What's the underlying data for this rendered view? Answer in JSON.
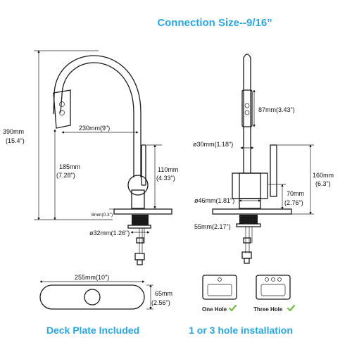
{
  "headlines": {
    "top": "Connection Size--9/16”",
    "deck": "Deck Plate Included",
    "install": "1 or 3 hole installation"
  },
  "side_view": {
    "total_height_mm": "390mm",
    "total_height_in": "(15.4\")",
    "reach": "230mm(9\")",
    "spout_height_mm": "185mm",
    "spout_height_in": "(7.28\")",
    "handle_height_mm": "110mm",
    "handle_height_in": "(4.33\")",
    "plate_thickness": "8mm(0.3\")",
    "shank_diameter": "ø32mm(1.26\")"
  },
  "front_view": {
    "sprayer_length": "87mm(3.43\")",
    "spout_diameter": "ø30mm(1.18\")",
    "body_height_mm": "160mm",
    "body_height_in": "(6.3\")",
    "base_diameter": "ø46mm(1.81\")",
    "lower_height_mm": "70mm",
    "lower_height_in": "(2.76\")",
    "shank_length": "55mm(2.17\")"
  },
  "deck_plate": {
    "width": "255mm(10\")",
    "height_mm": "65mm",
    "height_in": "(2.56\")"
  },
  "installation": {
    "one_hole": "One Hole",
    "three_hole": "Three Hole"
  },
  "colors": {
    "headline": "#2aa6e0",
    "check": "#6fbe44"
  },
  "icons": [
    "check-icon",
    "sink-one-hole-icon",
    "sink-three-hole-icon"
  ]
}
